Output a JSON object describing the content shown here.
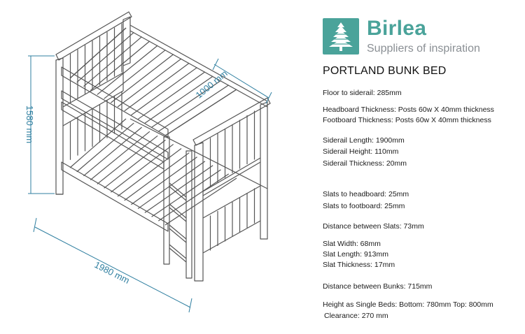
{
  "brand": {
    "name": "Birlea",
    "tagline": "Suppliers of inspiration",
    "color": "#4aa39a",
    "tagline_color": "#8a8f94"
  },
  "product": {
    "title": "PORTLAND BUNK BED"
  },
  "drawing": {
    "height_label": "1580 mm",
    "length_label": "1980 mm",
    "width_label": "1000 mm",
    "line_color": "#555555",
    "dimension_color": "#2f7fa0"
  },
  "specs": [
    "Floor to siderail: 285mm",
    "Headboard Thickness: Posts 60w X 40mm thickness",
    "Footboard Thickness: Posts 60w X 40mm thickness",
    "Siderail Length: 1900mm",
    "Siderail Height: 110mm",
    "Siderail Thickness: 20mm",
    "Slats to headboard: 25mm",
    "Slats to footboard: 25mm",
    "Distance between Slats: 73mm",
    "Slat Width: 68mm",
    "Slat Length: 913mm",
    "Slat Thickness: 17mm",
    "Distance between Bunks: 715mm",
    "Height as Single Beds: Bottom: 780mm Top: 800mm",
    "Clearance: 270 mm"
  ]
}
